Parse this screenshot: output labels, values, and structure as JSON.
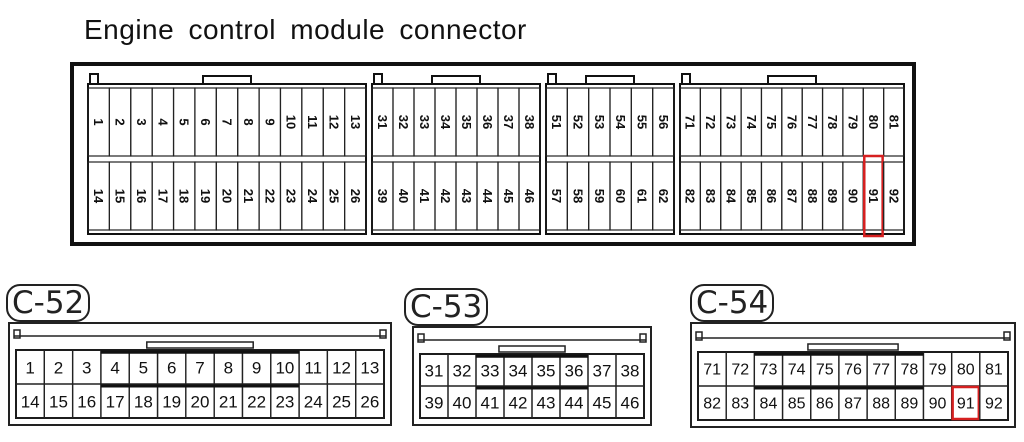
{
  "title": "Engine control module connector",
  "ecm": {
    "top_row": {
      "s1": [
        "1",
        "2",
        "3",
        "4",
        "5",
        "6",
        "7",
        "8",
        "9",
        "10",
        "11",
        "12",
        "13"
      ],
      "s2": [
        "31",
        "32",
        "33",
        "34",
        "35",
        "36",
        "37",
        "38"
      ],
      "s3": [
        "51",
        "52",
        "53",
        "54",
        "55",
        "56"
      ],
      "s4": [
        "71",
        "72",
        "73",
        "74",
        "75",
        "76",
        "77",
        "78",
        "79",
        "80",
        "81"
      ]
    },
    "bottom_row": {
      "s1": [
        "14",
        "15",
        "16",
        "17",
        "18",
        "19",
        "20",
        "21",
        "22",
        "23",
        "24",
        "25",
        "26"
      ],
      "s2": [
        "39",
        "40",
        "41",
        "42",
        "43",
        "44",
        "45",
        "46"
      ],
      "s3": [
        "57",
        "58",
        "59",
        "60",
        "61",
        "62"
      ],
      "s4": [
        "82",
        "83",
        "84",
        "85",
        "86",
        "87",
        "88",
        "89",
        "90",
        "91",
        "92"
      ]
    },
    "highlight": "91"
  },
  "connectors": [
    {
      "label": "C-52",
      "rows": [
        [
          "1",
          "2",
          "3",
          "4",
          "5",
          "6",
          "7",
          "8",
          "9",
          "10",
          "11",
          "12",
          "13"
        ],
        [
          "14",
          "15",
          "16",
          "17",
          "18",
          "19",
          "20",
          "21",
          "22",
          "23",
          "24",
          "25",
          "26"
        ]
      ]
    },
    {
      "label": "C-53",
      "rows": [
        [
          "31",
          "32",
          "33",
          "34",
          "35",
          "36",
          "37",
          "38"
        ],
        [
          "39",
          "40",
          "41",
          "42",
          "43",
          "44",
          "45",
          "46"
        ]
      ]
    },
    {
      "label": "C-54",
      "rows": [
        [
          "71",
          "72",
          "73",
          "74",
          "75",
          "76",
          "77",
          "78",
          "79",
          "80",
          "81"
        ],
        [
          "82",
          "83",
          "84",
          "85",
          "86",
          "87",
          "88",
          "89",
          "90",
          "91",
          "92"
        ]
      ]
    }
  ],
  "highlight_pin": "91",
  "highlight_color": "#d62020"
}
